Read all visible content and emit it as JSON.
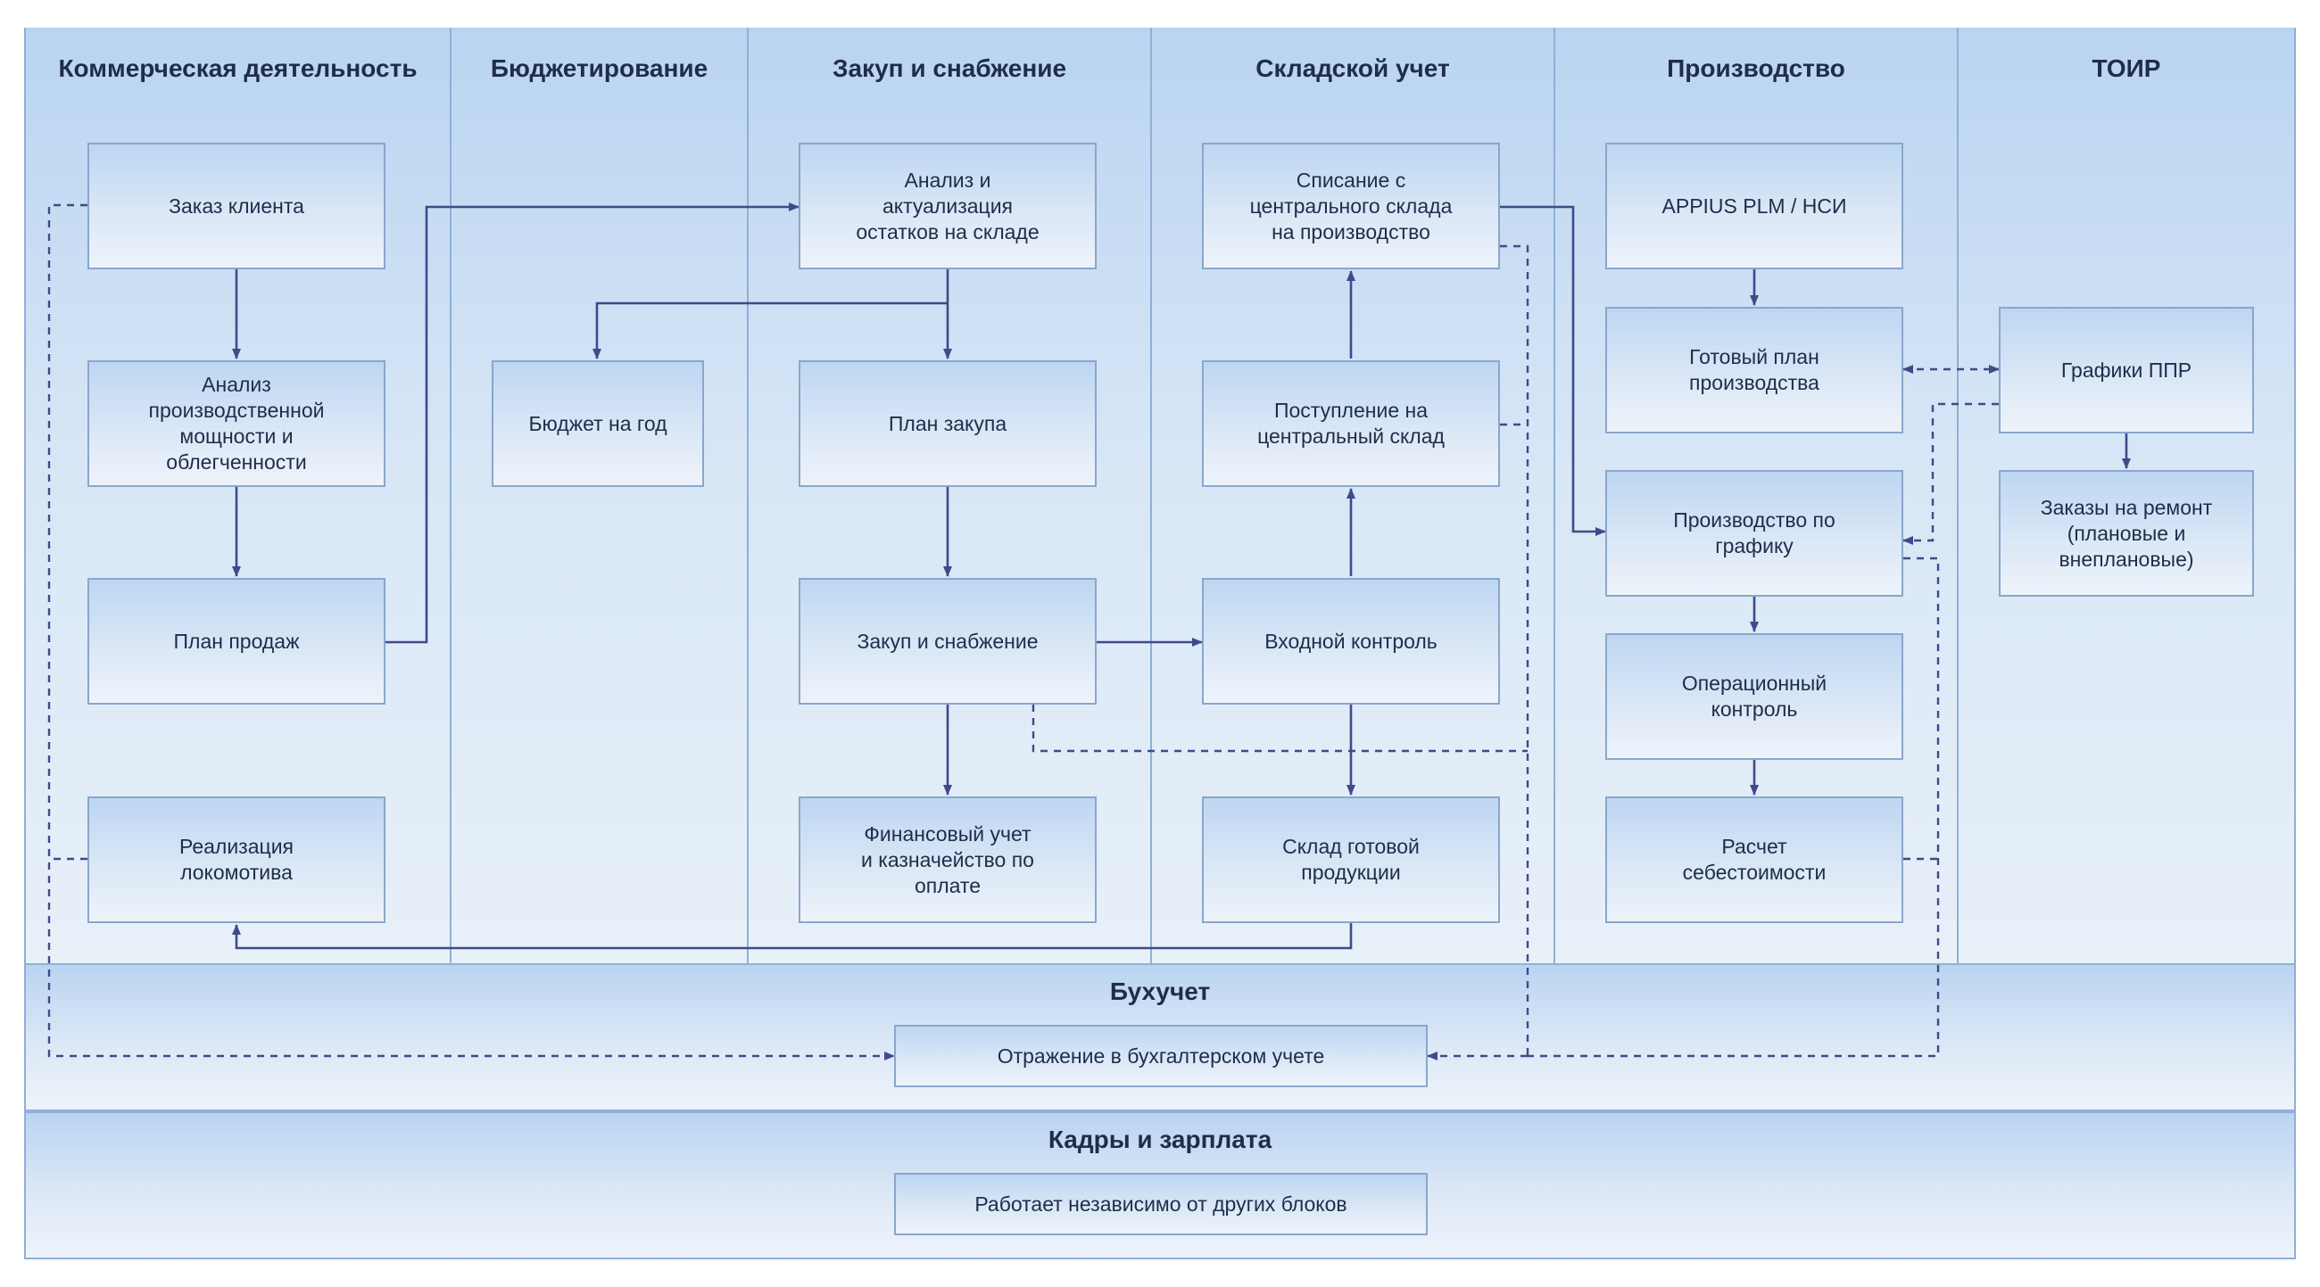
{
  "lanes": [
    {
      "id": "commercial",
      "title": "Коммерческая деятельность"
    },
    {
      "id": "budget",
      "title": "Бюджетирование"
    },
    {
      "id": "purchase",
      "title": "Закуп и снабжение"
    },
    {
      "id": "warehouse",
      "title": "Складской учет"
    },
    {
      "id": "production",
      "title": "Производство"
    },
    {
      "id": "toir",
      "title": "ТОИР"
    }
  ],
  "bands": {
    "accounting": {
      "title": "Бухучет"
    },
    "hr": {
      "title": "Кадры и зарплата"
    }
  },
  "nodes": {
    "order": "Заказ клиента",
    "capacity": "Анализ\nпроизводственной\nмощности и\nоблегченности",
    "sales_plan": "План продаж",
    "loco_sale": "Реализация\nлокомотива",
    "year_budget": "Бюджет на год",
    "stock_analysis": "Анализ и\nактуализация\nостатков на складе",
    "purchase_plan": "План закупа",
    "procurement": "Закуп и снабжение",
    "finance": "Финансовый учет\nи казначейство по\nоплате",
    "write_off": "Списание с\nцентрального склада\nна производство",
    "receipt": "Поступление на\nцентральный склад",
    "incoming_control": "Входной контроль",
    "finished_goods": "Склад готовой\nпродукции",
    "plm": "APPIUS PLM / НСИ",
    "ready_plan": "Готовый план\nпроизводства",
    "scheduled_prod": "Производство по\nграфику",
    "op_control": "Операционный\nконтроль",
    "costing": "Расчет\nсебестоимости",
    "ppr": "Графики ППР",
    "repair_orders": "Заказы на ремонт\n(плановые и\nвнеплановые)",
    "accounting_reflect": "Отражение в бухгалтерском учете",
    "hr_independent": "Работает независимо от других блоков"
  }
}
